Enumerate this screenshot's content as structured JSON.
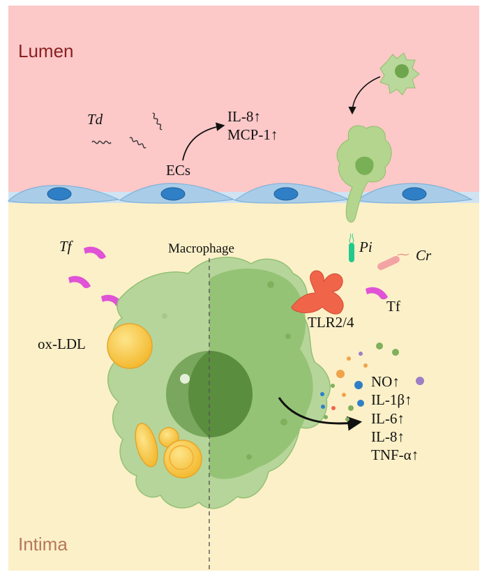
{
  "regions": {
    "lumen": "Lumen",
    "intima": "Intima"
  },
  "labels": {
    "td": "Td",
    "ecs": "ECs",
    "macrophage": "Macrophage",
    "tf_left": "Tf",
    "tf_right": "Tf",
    "pi": "Pi",
    "cr": "Cr",
    "oxldl": "ox-LDL",
    "tlr": "TLR2/4"
  },
  "ec_cytokines": [
    "IL-8↑",
    "MCP-1↑"
  ],
  "macrophage_cytokines": [
    "NO↑",
    "IL-1β↑",
    "IL-6↑",
    "IL-8↑",
    "TNF-α↑"
  ],
  "colors": {
    "lumen_bg": "#fcc8c8",
    "intima_bg": "#fcf0c8",
    "endothelium": "#a9cde8",
    "ec_nucleus": "#2f7fc6",
    "macrophage": "#8fc06e",
    "macrophage_light": "#c3dca7",
    "tannerella_forsythia": "#e052d6",
    "tlr": "#f0644a",
    "ox_ldl": "#f6c83d",
    "porphyromonas": "#23c98c",
    "campylobacter": "#f3a3a3"
  }
}
